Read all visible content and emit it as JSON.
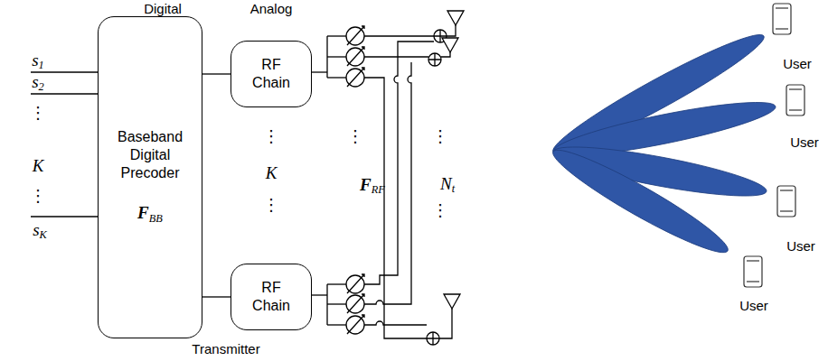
{
  "diagram": {
    "nodes": [
      {
        "text": [
          "Baseband Digital Precoder",
          "FBB"
        ]
      },
      {
        "text": [
          "RF Chain"
        ]
      },
      {
        "text": [
          "RF Chain"
        ]
      }
    ],
    "edges": [
      {
        "from": 0,
        "to": 1,
        "arrow": "none"
      },
      {
        "from": 0,
        "to": 2,
        "arrow": "none"
      }
    ],
    "labels": [
      "Digital",
      "Analog",
      "s1",
      "s2",
      "⋮",
      "K",
      "⋮",
      "sK",
      "⋮",
      "K",
      "⋮",
      "⋮",
      "FRF",
      "⋮",
      "Nt",
      "⋮",
      "Transmitter",
      "User",
      "User",
      "User",
      "User"
    ]
  }
}
